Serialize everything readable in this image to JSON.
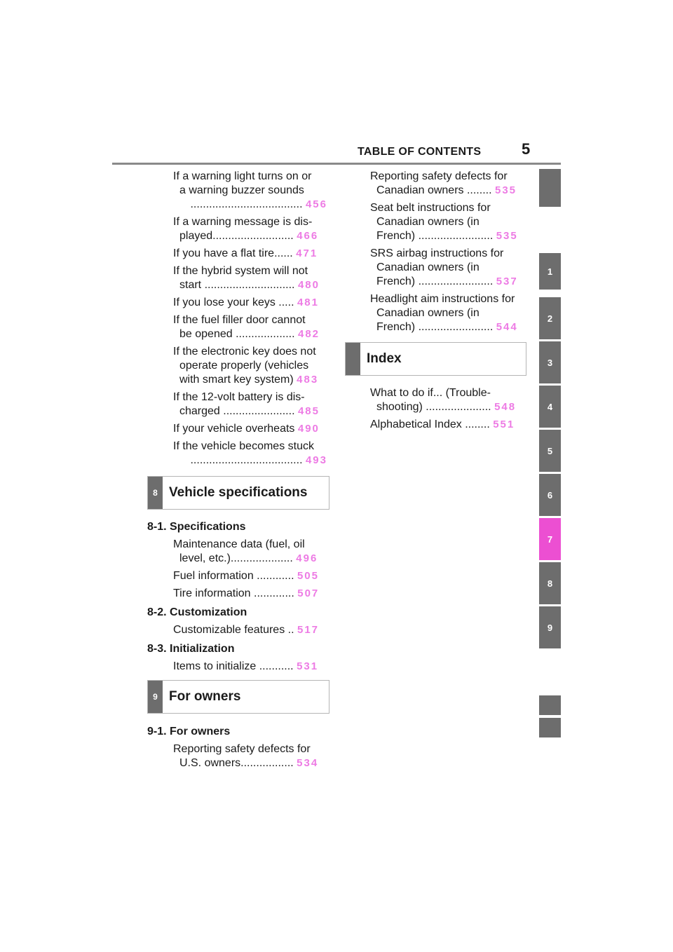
{
  "header": {
    "title": "TABLE OF CONTENTS",
    "page": "5"
  },
  "tabs": [
    "1",
    "2",
    "3",
    "4",
    "5",
    "6",
    "7",
    "8",
    "9"
  ],
  "col1": {
    "e1": {
      "l1": "If a warning light turns on or",
      "l2": "a warning buzzer sounds",
      "dots": "....................................",
      "page": "456"
    },
    "e2": {
      "l1": "If a warning message is dis-",
      "l2": "played..........................",
      "page": "466"
    },
    "e3": {
      "l1": "If you have a flat tire......",
      "page": "471"
    },
    "e4": {
      "l1": "If the hybrid system will not",
      "l2": "start .............................",
      "page": "480"
    },
    "e5": {
      "l1": "If you lose your keys .....",
      "page": "481"
    },
    "e6": {
      "l1": "If the fuel filler door cannot",
      "l2": "be opened ...................",
      "page": "482"
    },
    "e7": {
      "l1": "If the electronic key does not",
      "l2": "operate properly (vehicles",
      "l3": "with smart key system)",
      "page": "483"
    },
    "e8": {
      "l1": "If the 12-volt battery is dis-",
      "l2": "charged .......................",
      "page": "485"
    },
    "e9": {
      "l1": "If your vehicle overheats",
      "page": "490"
    },
    "e10": {
      "l1": "If the vehicle becomes stuck",
      "dots": "....................................",
      "page": "493"
    },
    "sec8": {
      "num": "8",
      "title": "Vehicle specifications"
    },
    "h81": "8-1.  Specifications",
    "e11": {
      "l1": "Maintenance data (fuel, oil",
      "l2": "level, etc.)....................",
      "page": "496"
    },
    "e12": {
      "l1": "Fuel information ............",
      "page": "505"
    },
    "e13": {
      "l1": "Tire information .............",
      "page": "507"
    },
    "h82": "8-2.  Customization",
    "e14": {
      "l1": "Customizable features ..",
      "page": "517"
    },
    "h83": "8-3.  Initialization",
    "e15": {
      "l1": "Items to initialize ...........",
      "page": "531"
    },
    "sec9": {
      "num": "9",
      "title": "For owners"
    },
    "h91": "9-1.  For owners",
    "e16": {
      "l1": "Reporting safety defects for",
      "l2": "U.S. owners.................",
      "page": "534"
    }
  },
  "col2": {
    "e1": {
      "l1": "Reporting safety defects for",
      "l2": "Canadian owners ........",
      "page": "535"
    },
    "e2": {
      "l1": "Seat belt instructions for",
      "l2": "Canadian owners (in",
      "l3": "French) ........................",
      "page": "535"
    },
    "e3": {
      "l1": "SRS airbag instructions for",
      "l2": "Canadian owners (in",
      "l3": "French) ........................",
      "page": "537"
    },
    "e4": {
      "l1": "Headlight aim instructions for",
      "l2": "Canadian owners (in",
      "l3": "French) ........................",
      "page": "544"
    },
    "secIdx": {
      "title": "Index"
    },
    "e5": {
      "l1": "What to do if... (Trouble-",
      "l2": "shooting) .....................",
      "page": "548"
    },
    "e6": {
      "l1": "Alphabetical Index ........",
      "page": "551"
    }
  }
}
